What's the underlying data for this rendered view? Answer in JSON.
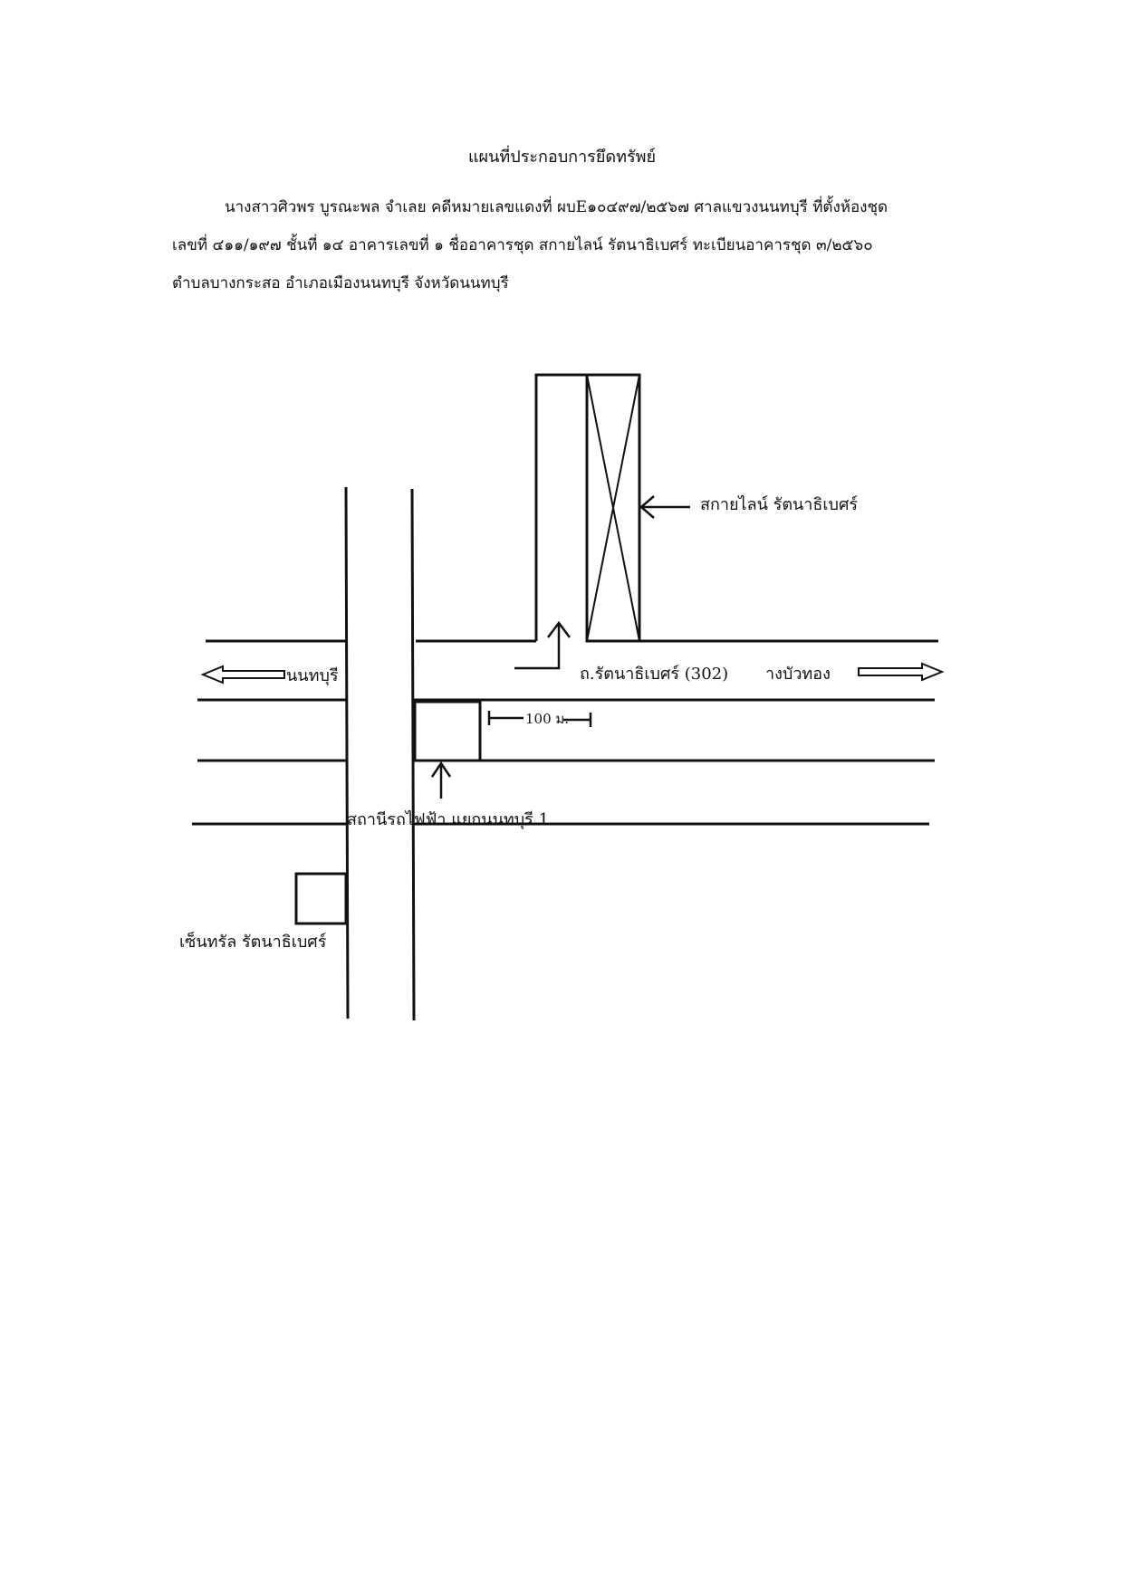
{
  "document": {
    "title": "แผนที่ประกอบการยึดทรัพย์",
    "paragraph_lines": [
      "นางสาวศิวพร บูรณะพล จำเลย คดีหมายเลขแดงที่ ผบE๑๐๔๙๗/๒๕๖๗ ศาลแขวงนนทบุรี ที่ตั้งห้องชุด",
      "เลขที่ ๔๑๑/๑๙๗ ชั้นที่ ๑๔ อาคารเลขที่ ๑ ชื่ออาคารชุด สกายไลน์ รัตนาธิเบศร์ ทะเบียนอาคารชุด ๓/๒๕๖๐",
      "ตำบลบางกระสอ อำเภอเมืองนนทบุรี จังหวัดนนทบุรี"
    ]
  },
  "map": {
    "labels": {
      "building": "สกายไลน์  รัตนาธิเบศร์",
      "direction_left": "นนทบุรี",
      "road": "ถ.รัตนาธิเบศร์ (302)",
      "direction_right": "างบัวทอง",
      "distance": "100 ม.",
      "station": "สถานีรถไฟฟ้า แยกนนทบุรี 1",
      "landmark": "เซ็นทรัล รัตนาธิเบศร์"
    },
    "line_color": "#111111"
  }
}
